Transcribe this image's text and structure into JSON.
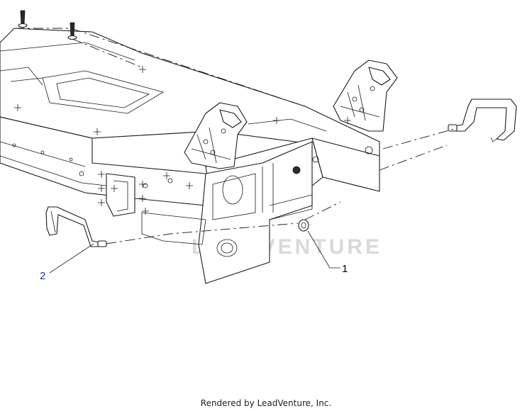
{
  "diagram": {
    "callouts": [
      {
        "id": "1",
        "text": "1",
        "color": "#000000"
      },
      {
        "id": "2",
        "text": "2",
        "color": "#1a2fb0"
      }
    ],
    "watermark": "LEADVENTURE"
  },
  "footer": {
    "text": "Rendered by LeadVenture, Inc."
  }
}
